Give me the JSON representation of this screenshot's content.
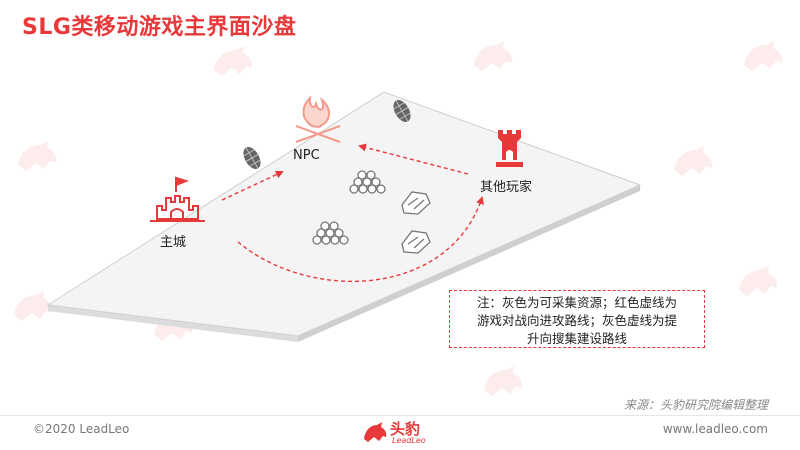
{
  "page": {
    "title": "SLG类移动游戏主界面沙盘"
  },
  "diagram": {
    "nodes": {
      "main_city": "主城",
      "npc": "NPC",
      "other_player": "其他玩家"
    },
    "resources": {
      "shields": [
        "shield-icon",
        "shield-icon"
      ],
      "log_piles": [
        "log-pile-icon",
        "log-pile-icon"
      ],
      "ore_rocks": [
        "ore-rock-icon",
        "ore-rock-icon"
      ]
    },
    "legend": {
      "line1": "注：灰色为可采集资源；红色虚线为",
      "line2": "游戏对战向进攻路线；灰色虚线为提",
      "line3": "升向搜集建设路线"
    }
  },
  "footer": {
    "source": "来源：头豹研究院编辑整理",
    "copyright": "©2020 LeadLeo",
    "brand_cn": "头豹",
    "brand_en": "LeadLeo",
    "website": "www.leadleo.com"
  },
  "colors": {
    "accent": "#e8393a",
    "resource_gray": "#777777",
    "board": "#f4f4f4",
    "board_edge": "#cfcfcf"
  }
}
